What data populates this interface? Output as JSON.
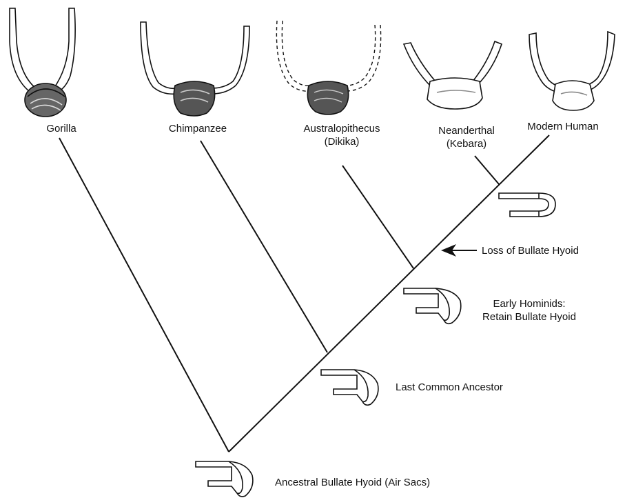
{
  "taxa": {
    "gorilla": {
      "label": "Gorilla"
    },
    "chimpanzee": {
      "label": "Chimpanzee"
    },
    "australopithecus": {
      "label": "Australopithecus",
      "sublabel": "(Dikika)"
    },
    "neanderthal": {
      "label": "Neanderthal",
      "sublabel": "(Kebara)"
    },
    "modern_human": {
      "label": "Modern Human"
    }
  },
  "annotations": {
    "loss": "Loss of Bullate Hyoid",
    "early_hominids_1": "Early Hominids:",
    "early_hominids_2": "Retain Bullate Hyoid",
    "lca": "Last Common Ancestor",
    "ancestral": "Ancestral Bullate Hyoid (Air Sacs)"
  },
  "colors": {
    "line": "#111111",
    "bone_fill": "#ffffff",
    "bone_shade": "#555555"
  }
}
